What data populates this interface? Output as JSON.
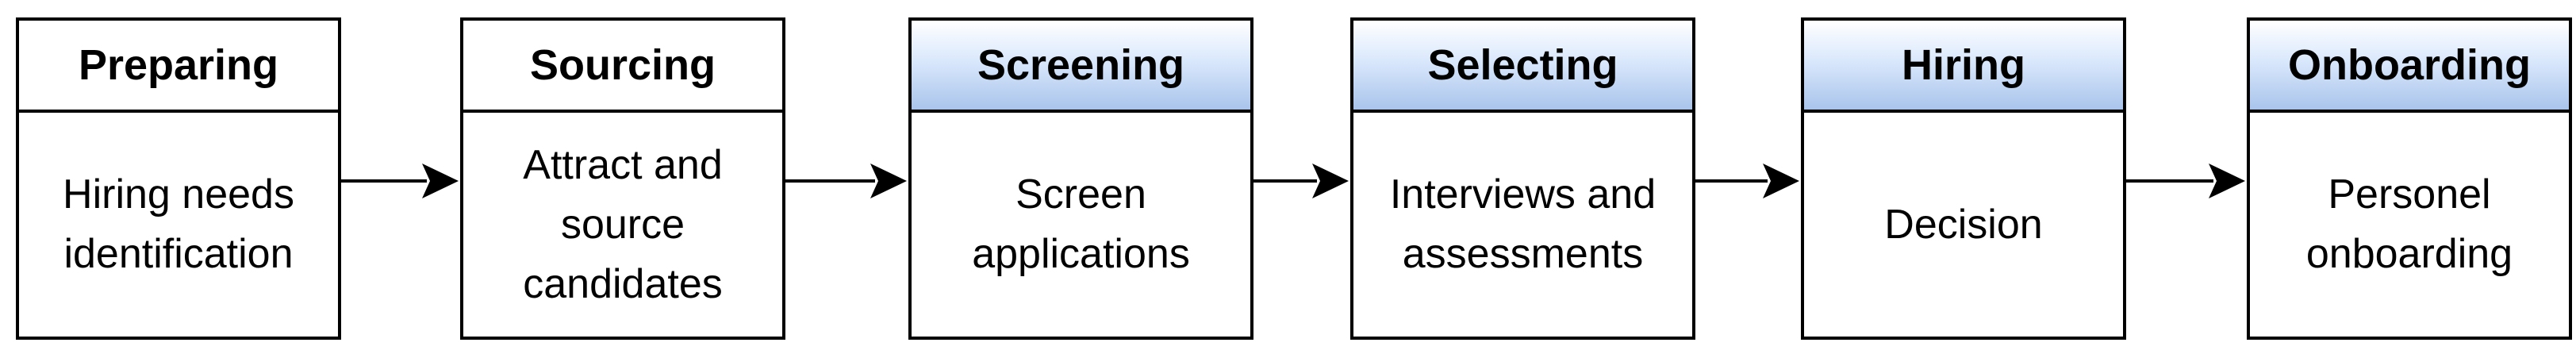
{
  "diagram": {
    "stages": [
      {
        "id": "preparing",
        "title": "Preparing",
        "description": "Hiring needs identification",
        "header_style": "plain"
      },
      {
        "id": "sourcing",
        "title": "Sourcing",
        "description": "Attract and source candidates",
        "header_style": "plain"
      },
      {
        "id": "screening",
        "title": "Screening",
        "description": "Screen applications",
        "header_style": "shaded"
      },
      {
        "id": "selecting",
        "title": "Selecting",
        "description": "Interviews and assessments",
        "header_style": "shaded"
      },
      {
        "id": "hiring",
        "title": "Hiring",
        "description": "Decision",
        "header_style": "shaded"
      },
      {
        "id": "onboarding",
        "title": "Onboarding",
        "description": "Personel onboarding",
        "header_style": "shaded"
      }
    ],
    "colors": {
      "border": "#000000",
      "header_shade_light": "#dae8fc",
      "header_shade_dark": "#a9c4eb",
      "arrow": "#000000"
    }
  }
}
